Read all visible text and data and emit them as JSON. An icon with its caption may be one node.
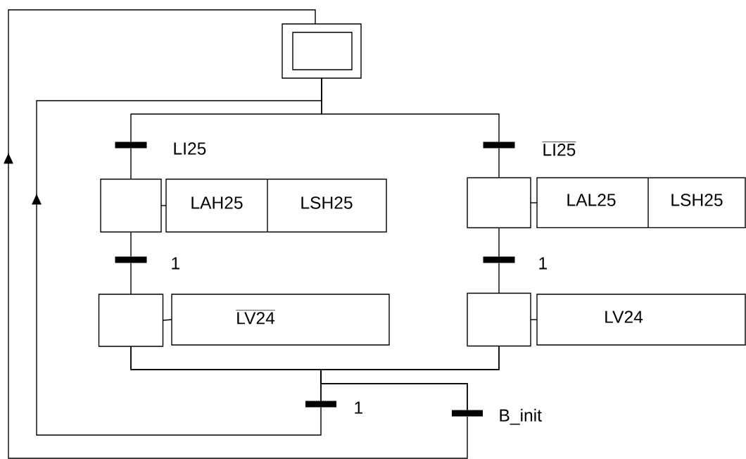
{
  "diagram": {
    "nodes": [
      {
        "text": [],
        "shape": "box"
      },
      {
        "text": [],
        "shape": "bar",
        "beside": [
          "LI25"
        ]
      },
      {
        "text": [],
        "shape": "bar",
        "beside": [
          "LI25"
        ]
      },
      {
        "text": [],
        "shape": "box"
      },
      {
        "text": [
          "LAH25",
          "LSH25"
        ]
      },
      {
        "text": [],
        "shape": "box"
      },
      {
        "text": [
          "LAL25",
          "LSH25"
        ]
      },
      {
        "text": [],
        "shape": "bar",
        "beside": [
          "1"
        ]
      },
      {
        "text": [],
        "shape": "bar",
        "beside": [
          "1"
        ]
      },
      {
        "text": [],
        "shape": "box"
      },
      {
        "text": [
          "LV24"
        ]
      },
      {
        "text": [],
        "shape": "box"
      },
      {
        "text": [
          "LV24"
        ]
      },
      {
        "text": [],
        "shape": "bar",
        "beside": [
          "1"
        ]
      },
      {
        "text": [],
        "shape": "bar",
        "beside": [
          "B_init"
        ]
      }
    ],
    "edges": [
      {
        "from": 0,
        "to": 1,
        "arrow": "none"
      },
      {
        "from": 0,
        "to": 2,
        "arrow": "none"
      },
      {
        "from": 1,
        "to": 3,
        "arrow": "none"
      },
      {
        "from": 2,
        "to": 5,
        "arrow": "none"
      },
      {
        "from": 3,
        "to": 4,
        "arrow": "none"
      },
      {
        "from": 5,
        "to": 6,
        "arrow": "none"
      },
      {
        "from": 3,
        "to": 7,
        "arrow": "none"
      },
      {
        "from": 5,
        "to": 8,
        "arrow": "none"
      },
      {
        "from": 7,
        "to": 9,
        "arrow": "none"
      },
      {
        "from": 8,
        "to": 11,
        "arrow": "none"
      },
      {
        "from": 9,
        "to": 10,
        "arrow": "none"
      },
      {
        "from": 11,
        "to": 12,
        "arrow": "none"
      },
      {
        "from": 9,
        "to": 13,
        "arrow": "none"
      },
      {
        "from": 11,
        "to": 13,
        "arrow": "none"
      },
      {
        "from": 9,
        "to": 14,
        "arrow": "none"
      },
      {
        "from": 11,
        "to": 14,
        "arrow": "none"
      },
      {
        "from": 13,
        "to": 0,
        "arrow": "to"
      },
      {
        "from": 14,
        "to": 0,
        "arrow": "to"
      }
    ]
  }
}
